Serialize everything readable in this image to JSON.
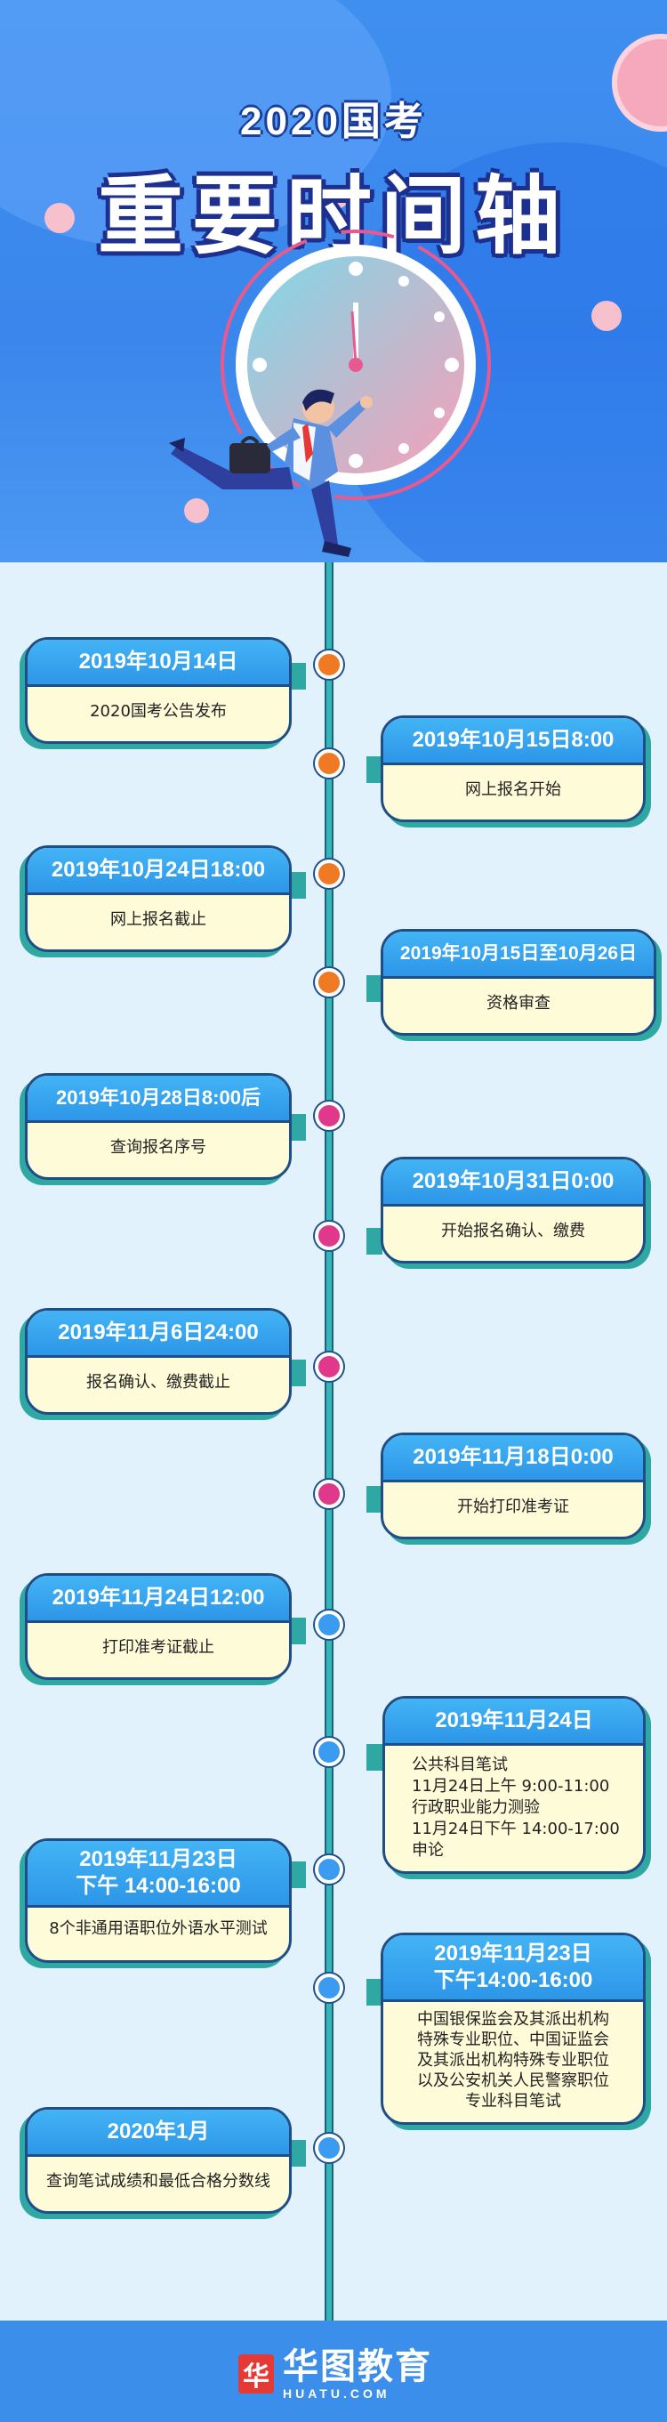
{
  "header": {
    "sub_title": "2020国考",
    "main_title": "重要时间轴"
  },
  "timeline": [
    {
      "date": "2019年10月14日",
      "body": "2020国考公告发布",
      "node_color": "#f07a24"
    },
    {
      "date": "2019年10月15日8:00",
      "body": "网上报名开始",
      "node_color": "#f07a24"
    },
    {
      "date": "2019年10月24日18:00",
      "body": "网上报名截止",
      "node_color": "#f07a24"
    },
    {
      "date": "2019年10月15日至10月26日",
      "body": "资格审查",
      "node_color": "#f07a24"
    },
    {
      "date": "2019年10月28日8:00后",
      "body": "查询报名序号",
      "node_color": "#e0388a"
    },
    {
      "date": "2019年10月31日0:00",
      "body": "开始报名确认、缴费",
      "node_color": "#e0388a"
    },
    {
      "date": "2019年11月6日24:00",
      "body": "报名确认、缴费截止",
      "node_color": "#e0388a"
    },
    {
      "date": "2019年11月18日0:00",
      "body": "开始打印准考证",
      "node_color": "#e0388a"
    },
    {
      "date": "2019年11月24日12:00",
      "body": "打印准考证截止",
      "node_color": "#3a9bf0"
    },
    {
      "date": "2019年11月24日",
      "body_lines": [
        "公共科目笔试",
        "11月24日上午 9:00-11:00",
        "行政职业能力测验",
        "11月24日下午 14:00-17:00",
        "申论"
      ],
      "node_color": "#3a9bf0"
    },
    {
      "date_lines": [
        "2019年11月23日",
        "下午 14:00-16:00"
      ],
      "body": "8个非通用语职位外语水平测试",
      "node_color": "#3a9bf0"
    },
    {
      "date_lines": [
        "2019年11月23日",
        "下午14:00-16:00"
      ],
      "body_lines": [
        "中国银保监会及其派出机构",
        "特殊专业职位、中国证监会",
        "及其派出机构特殊专业职位",
        "以及公安机关人民警察职位",
        "专业科目笔试"
      ],
      "node_color": "#3a9bf0"
    },
    {
      "date": "2020年1月",
      "body": "查询笔试成绩和最低合格分数线",
      "node_color": "#3a9bf0"
    }
  ],
  "footer": {
    "logo_mark": "华",
    "logo_cn": "华图教育",
    "logo_en": "HUATU.COM"
  },
  "colors": {
    "header_blue": "#3f8ff0",
    "card_head": "#2d96e8",
    "card_body": "#fefbd8",
    "line_teal": "#33b8b5"
  }
}
